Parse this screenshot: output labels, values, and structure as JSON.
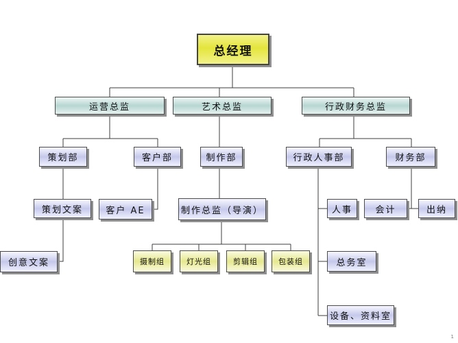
{
  "nodes": {
    "ceo": "总经理",
    "ops_director": "运营总监",
    "art_director": "艺术总监",
    "admin_finance_director": "行政财务总监",
    "planning_dept": "策划部",
    "client_dept": "客户部",
    "production_dept": "制作部",
    "admin_hr_dept": "行政人事部",
    "finance_dept": "财务部",
    "planning_copywriter": "策划文案",
    "client_ae": "客户 AE",
    "production_director": "制作总监（导演）",
    "creative_copywriter": "创意文案",
    "camera_group": "摄制组",
    "lighting_group": "灯光组",
    "editing_group": "剪辑组",
    "packaging_group": "包装组",
    "hr": "人事",
    "general_office": "总务室",
    "equipment_room": "设备、资料室",
    "accountant": "会计",
    "cashier": "出纳"
  },
  "page_number": "1"
}
